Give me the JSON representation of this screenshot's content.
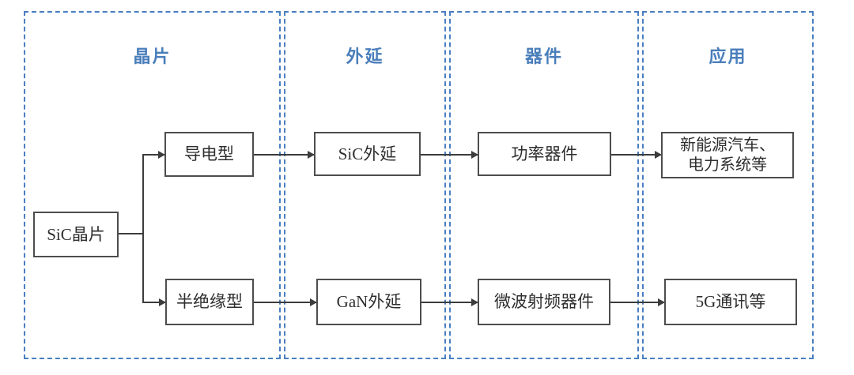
{
  "figure": {
    "title_hint": "SiC industry chain flow diagram",
    "columns": [
      {
        "header": "晶片"
      },
      {
        "header": "外延"
      },
      {
        "header": "器件"
      },
      {
        "header": "应用"
      }
    ],
    "nodes": {
      "sic_wafer": {
        "label": "SiC晶片"
      },
      "conductive": {
        "label": "导电型"
      },
      "semi_insulating": {
        "label": "半绝缘型"
      },
      "sic_epi": {
        "label": "SiC外延"
      },
      "gan_epi": {
        "label": "GaN外延"
      },
      "power_device": {
        "label": "功率器件"
      },
      "rf_device": {
        "label": "微波射频器件"
      },
      "app_auto": {
        "line1": "新能源汽车、",
        "line2": "电力系统等"
      },
      "app_5g": {
        "label": "5G通讯等"
      }
    },
    "edges": [
      {
        "from": "SiC晶片",
        "to": "导电型"
      },
      {
        "from": "SiC晶片",
        "to": "半绝缘型"
      },
      {
        "from": "导电型",
        "to": "SiC外延"
      },
      {
        "from": "半绝缘型",
        "to": "GaN外延"
      },
      {
        "from": "SiC外延",
        "to": "功率器件"
      },
      {
        "from": "GaN外延",
        "to": "微波射频器件"
      },
      {
        "from": "功率器件",
        "to": "新能源汽车、电力系统等"
      },
      {
        "from": "微波射频器件",
        "to": "5G通讯等"
      }
    ],
    "colors": {
      "column_dashed_border": "#4a7ec0",
      "column_header_text": "#4a7ebb",
      "node_border": "#4d4d4d",
      "node_text": "#2e2e2e",
      "arrow": "#3c3c3c",
      "background": "#ffffff"
    }
  }
}
